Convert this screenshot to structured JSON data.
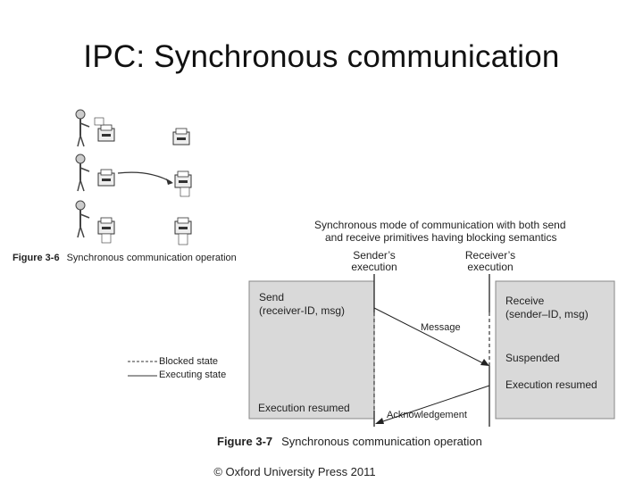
{
  "slide": {
    "title": "IPC: Synchronous communication",
    "copyright": "© Oxford University Press 2011"
  },
  "figure_3_6": {
    "number": "Figure 3-6",
    "caption": "Synchronous communication operation"
  },
  "figure_3_7": {
    "header_line1": "Synchronous mode of communication with both send",
    "header_line2": "and receive primitives having blocking semantics",
    "sender_head_line1": "Sender’s",
    "sender_head_line2": "execution",
    "receiver_head_line1": "Receiver’s",
    "receiver_head_line1_b": "execution",
    "send_line1": "Send",
    "send_line2": "(receiver-ID, msg)",
    "receive_line1": "Receive",
    "receive_line2": "(sender–ID, msg)",
    "message_label": "Message",
    "suspended_label": "Suspended",
    "exec_resumed_receiver": "Execution resumed",
    "exec_resumed_sender": "Execution resumed",
    "ack_label": "Acknowledgement",
    "legend_blocked": "Blocked state",
    "legend_executing": "Executing state",
    "number": "Figure 3-7",
    "caption": "Synchronous communication operation"
  }
}
